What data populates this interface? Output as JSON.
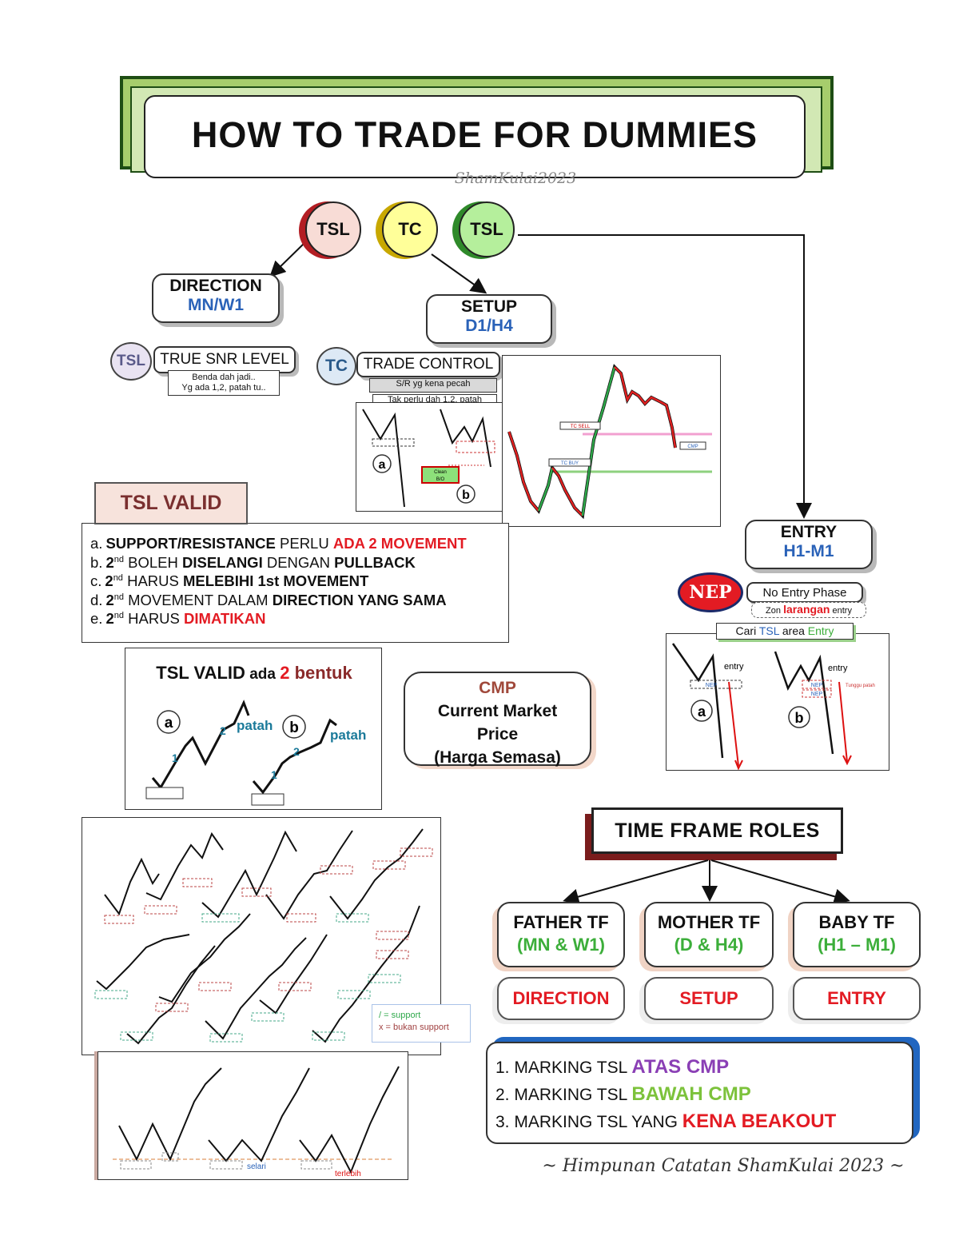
{
  "title": "HOW TO TRADE FOR DUMMIES",
  "author_mark": "ShamKulai2023",
  "circles": [
    {
      "label": "TSL",
      "color": "#f8dcd6",
      "back": "#b31d23"
    },
    {
      "label": "TC",
      "color": "#ffff99",
      "back": "#c8a800"
    },
    {
      "label": "TSL",
      "color": "#b5ef9c",
      "back": "#2f8a2a"
    }
  ],
  "direction_box": {
    "line1": "DIRECTION",
    "line2": "MN/W1"
  },
  "setup_box": {
    "line1": "SETUP",
    "line2": "D1/H4"
  },
  "entry_box": {
    "line1": "ENTRY",
    "line2": "H1-M1"
  },
  "tsl_badge": "TSL",
  "tsl_caption": "TRUE SNR LEVEL",
  "tsl_note": [
    "Benda dah jadi..",
    "Yg ada 1,2, patah tu.."
  ],
  "tc_badge": "TC",
  "tc_caption": "TRADE CONTROL",
  "tc_note1": "S/R yg kena pecah",
  "tc_note2": "Tak perlu dah 1,2, patah",
  "tc_diagram": {
    "a": "a",
    "b": "b",
    "clean": "Clean",
    "bo": "B/O"
  },
  "chart_labels": {
    "tc_sell": "TC SELL",
    "tc_buy": "TC BUY",
    "cmp": "CMP"
  },
  "nep": {
    "badge": "NEP",
    "caption": "No Entry Phase",
    "zon": "Zon",
    "larangan": "larangan",
    "entry": "entry"
  },
  "cari_tsl": {
    "prefix": "Cari",
    "tsl": "TSL",
    "area": "area",
    "entry": "Entry"
  },
  "entry_diagram": {
    "entry_a": "entry",
    "entry_b": "entry",
    "nep_a": "NEP",
    "nep_b1": "NEP",
    "nep_b2": "NEP",
    "note": "Tunggu patah",
    "a": "a",
    "b": "b"
  },
  "tsl_valid": {
    "title": "TSL VALID",
    "rules": [
      {
        "prefix": "a.",
        "sup": "",
        "parts": [
          {
            "t": "SUPPORT/RESISTANCE",
            "s": "b"
          },
          {
            "t": " PERLU ",
            "s": ""
          },
          {
            "t": "ADA 2 MOVEMENT",
            "s": "r"
          }
        ]
      },
      {
        "prefix": "b.",
        "sup": "nd",
        "parts": [
          {
            "t": " BOLEH ",
            "s": ""
          },
          {
            "t": "DISELANGI",
            "s": "b"
          },
          {
            "t": " DENGAN ",
            "s": ""
          },
          {
            "t": "PULLBACK",
            "s": "b"
          }
        ]
      },
      {
        "prefix": "c.",
        "sup": "nd",
        "parts": [
          {
            "t": " HARUS ",
            "s": ""
          },
          {
            "t": "MELEBIHI 1st MOVEMENT",
            "s": "b"
          }
        ]
      },
      {
        "prefix": "d.",
        "sup": "nd",
        "parts": [
          {
            "t": " MOVEMENT DALAM ",
            "s": ""
          },
          {
            "t": "DIRECTION YANG SAMA",
            "s": "b"
          }
        ]
      },
      {
        "prefix": "e.",
        "sup": "nd",
        "parts": [
          {
            "t": " HARUS ",
            "s": ""
          },
          {
            "t": "DIMATIKAN",
            "s": "r"
          }
        ]
      }
    ]
  },
  "tsl_bentuk": {
    "part1": "TSL VALID",
    "part2": " ada ",
    "part3": "2",
    "part4": " bentuk",
    "patah": "patah",
    "a": "a",
    "b": "b",
    "one": "1",
    "two": "2"
  },
  "cmp": {
    "title": "CMP",
    "line1": "Current Market",
    "line2": "Price",
    "line3": "(Harga Semasa)"
  },
  "legend": {
    "support": "/ = support",
    "bukan": "x = bukan support"
  },
  "bottom_labels": {
    "selari": "selari",
    "terlebih": "terlebih"
  },
  "time_frame_roles": {
    "title": "TIME FRAME ROLES",
    "frames": [
      {
        "name": "FATHER TF",
        "tf": "(MN & W1)",
        "role": "DIRECTION"
      },
      {
        "name": "MOTHER TF",
        "tf": "(D & H4)",
        "role": "SETUP"
      },
      {
        "name": "BABY TF",
        "tf": "(H1 – M1)",
        "role": "ENTRY"
      }
    ]
  },
  "marking": [
    {
      "text": "1. MARKING TSL ",
      "hl": "ATAS CMP",
      "color": "#8a3fb5"
    },
    {
      "text": "2. MARKING TSL ",
      "hl": "BAWAH CMP",
      "color": "#7cc23b"
    },
    {
      "text": "3. MARKING TSL YANG ",
      "hl": "KENA BEAKOUT",
      "color": "#e31b23"
    }
  ],
  "footer": "~ Himpunan Catatan ShamKulai 2023 ~"
}
